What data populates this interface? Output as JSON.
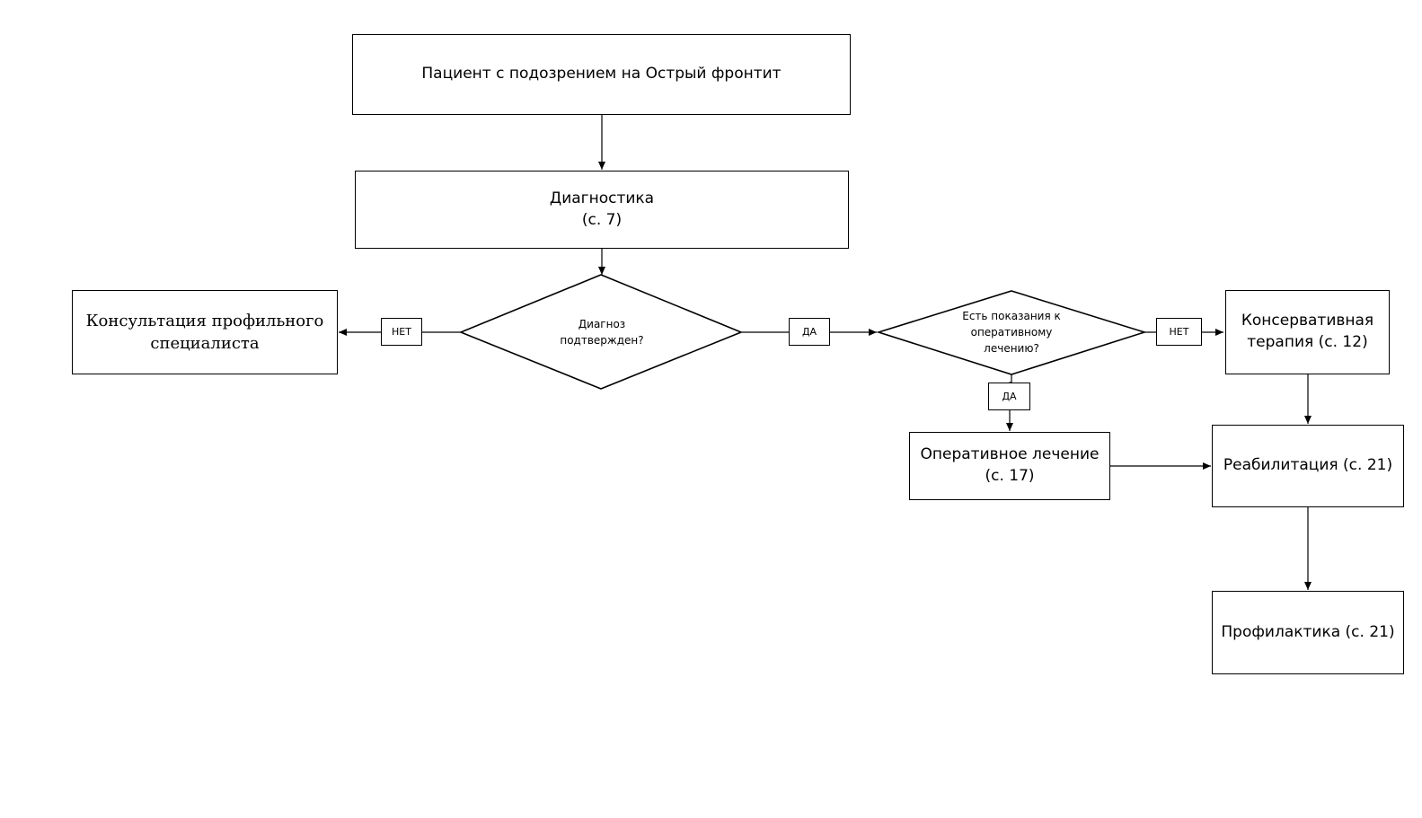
{
  "nodes": {
    "start": "Пациент с подозрением на Острый фронтит",
    "diagnostics": "Диагностика\n(с. 7)",
    "decision_confirmed": "Диагноз\nподтвержден?",
    "consultation": "Консультация профильного\nспециалиста",
    "decision_surgery": "Есть показания к\nоперативному\nлечению?",
    "conservative": "Консервативная\nтерапия (с. 12)",
    "surgery": "Оперативное лечение\n(с. 17)",
    "rehabilitation": "Реабилитация (с. 21)",
    "prevention": "Профилактика (с. 21)"
  },
  "edge_labels": {
    "confirmed_no": "НЕТ",
    "confirmed_yes": "ДА",
    "surgery_no": "НЕТ",
    "surgery_yes": "ДА"
  },
  "colors": {
    "stroke": "#000000",
    "background": "#ffffff"
  }
}
